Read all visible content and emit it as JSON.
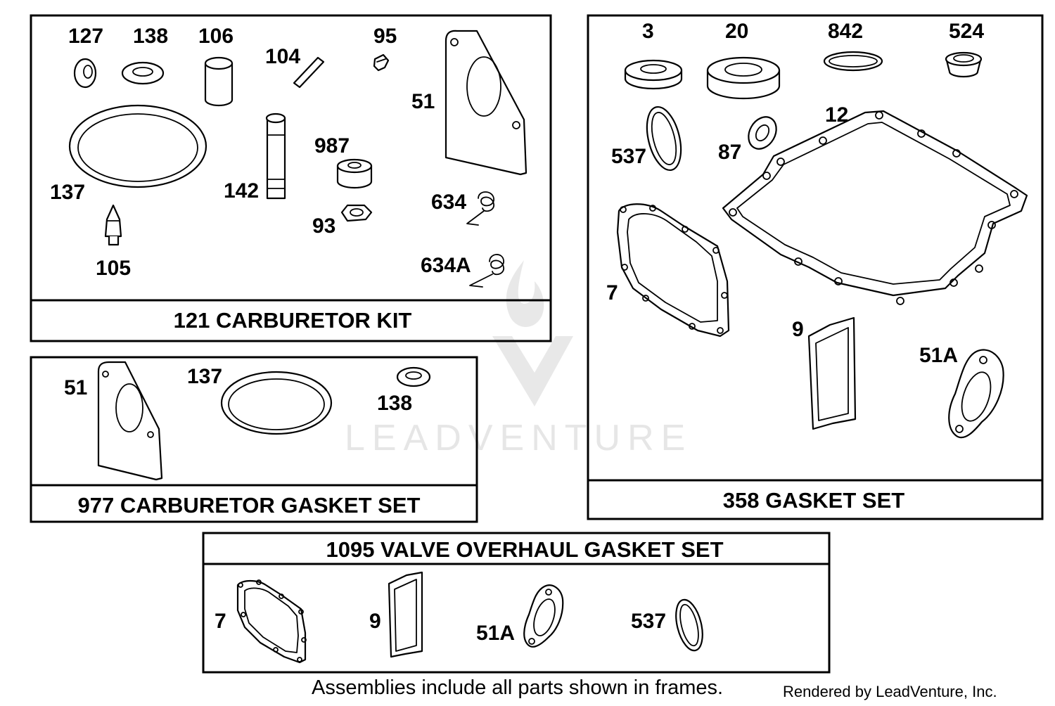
{
  "watermark": {
    "text": "LEADVENTURE"
  },
  "kits": {
    "carb_kit": {
      "title": "121 CARBURETOR KIT",
      "labels": {
        "p127": "127",
        "p138": "138",
        "p106": "106",
        "p104": "104",
        "p95": "95",
        "p51": "51",
        "p987": "987",
        "p137": "137",
        "p142": "142",
        "p634": "634",
        "p93": "93",
        "p105": "105",
        "p634a": "634A"
      }
    },
    "carb_gasket": {
      "title": "977 CARBURETOR GASKET SET",
      "labels": {
        "p51": "51",
        "p137": "137",
        "p138": "138"
      }
    },
    "gasket_set": {
      "title": "358 GASKET SET",
      "labels": {
        "p3": "3",
        "p20": "20",
        "p842": "842",
        "p524": "524",
        "p12": "12",
        "p537": "537",
        "p87": "87",
        "p7": "7",
        "p9": "9",
        "p51a": "51A"
      }
    },
    "valve_set": {
      "title": "1095 VALVE OVERHAUL GASKET SET",
      "labels": {
        "p7": "7",
        "p9": "9",
        "p51a": "51A",
        "p537": "537"
      }
    }
  },
  "footer": {
    "note": "Assemblies include all parts shown in frames.",
    "rendered_by": "Rendered by LeadVenture, Inc."
  }
}
